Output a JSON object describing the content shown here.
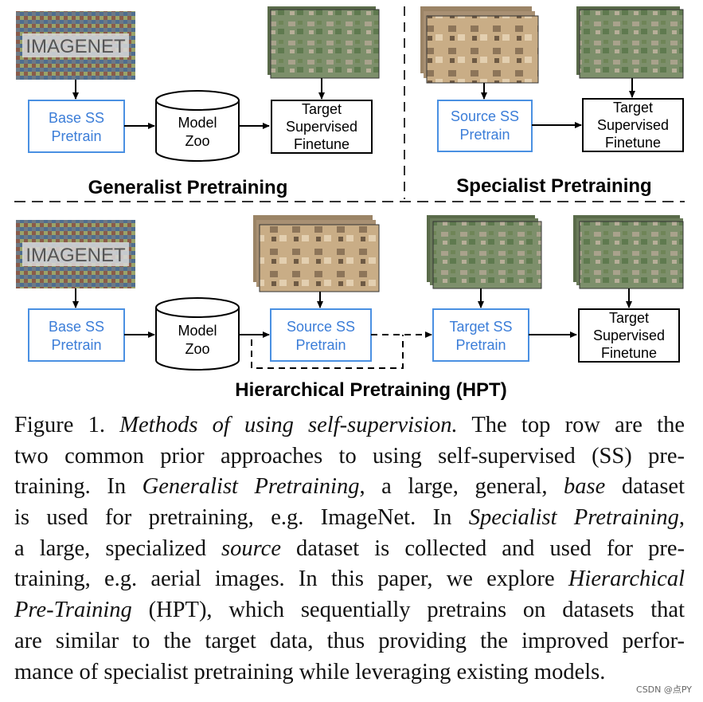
{
  "diagram": {
    "top_left": {
      "logo_text": "IMAGENET",
      "base_box": [
        "Base SS",
        "Pretrain"
      ],
      "zoo": [
        "Model",
        "Zoo"
      ],
      "target_box": [
        "Target",
        "Supervised",
        "Finetune"
      ],
      "section_label": "Generalist Pretraining"
    },
    "top_right": {
      "source_box": [
        "Source SS",
        "Pretrain"
      ],
      "target_box": [
        "Target",
        "Supervised",
        "Finetune"
      ],
      "section_label": "Specialist Pretraining"
    },
    "bottom": {
      "logo_text": "IMAGENET",
      "base_box": [
        "Base SS",
        "Pretrain"
      ],
      "zoo": [
        "Model",
        "Zoo"
      ],
      "source_box": [
        "Source SS",
        "Pretrain"
      ],
      "target_ss_box": [
        "Target SS",
        "Pretrain"
      ],
      "target_box": [
        "Target",
        "Supervised",
        "Finetune"
      ],
      "section_label": "Hierarchical Pretraining (HPT)"
    }
  },
  "caption": {
    "lines": [
      [
        {
          "t": "Figure 1. "
        },
        {
          "t": "Methods of using self-supervision.",
          "i": true
        },
        {
          "t": " The top row are the"
        }
      ],
      [
        {
          "t": "two common prior approaches to using self-supervised (SS) pre-"
        }
      ],
      [
        {
          "t": "training. In "
        },
        {
          "t": "Generalist Pretraining",
          "i": true
        },
        {
          "t": ", a large, general, "
        },
        {
          "t": "base",
          "i": true
        },
        {
          "t": " dataset"
        }
      ],
      [
        {
          "t": "is used for pretraining, e.g. ImageNet. In "
        },
        {
          "t": "Specialist Pretraining",
          "i": true
        },
        {
          "t": ","
        }
      ],
      [
        {
          "t": "a large, specialized "
        },
        {
          "t": "source",
          "i": true
        },
        {
          "t": " dataset is collected and used for pre-"
        }
      ],
      [
        {
          "t": "training, e.g. aerial images. In this paper, we explore "
        },
        {
          "t": "Hierarchical",
          "i": true
        }
      ],
      [
        {
          "t": "Pre-Training",
          "i": true
        },
        {
          "t": " (HPT), which sequentially pretrains on datasets that"
        }
      ],
      [
        {
          "t": "are similar to the target data, thus providing the improved perfor-"
        }
      ],
      [
        {
          "t": "mance of specialist pretraining while leveraging existing models."
        }
      ]
    ]
  },
  "watermark": "CSDN @点PY"
}
